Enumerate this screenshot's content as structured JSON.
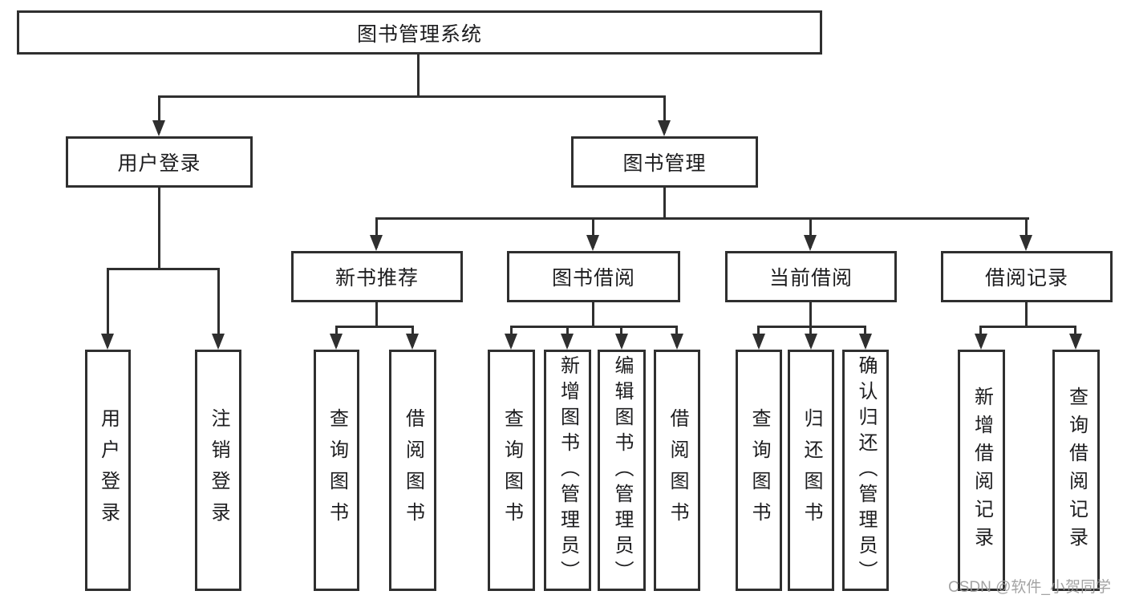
{
  "diagram": {
    "root": {
      "label": "图书管理系统"
    },
    "level2": {
      "user_login": {
        "label": "用户登录"
      },
      "book_management": {
        "label": "图书管理"
      }
    },
    "level3": {
      "new_book_recommend": {
        "label": "新书推荐"
      },
      "book_borrow": {
        "label": "图书借阅"
      },
      "current_borrow": {
        "label": "当前借阅"
      },
      "borrow_records": {
        "label": "借阅记录"
      }
    },
    "leaves": {
      "user_login": [
        "用户登录",
        "注销登录"
      ],
      "new_book_recommend": [
        "查询图书",
        "借阅图书"
      ],
      "book_borrow": [
        "查询图书",
        "新增图书（管理员）",
        "编辑图书（管理员）",
        "借阅图书"
      ],
      "current_borrow": [
        "查询图书",
        "归还图书",
        "确认归还（管理员）"
      ],
      "borrow_records": [
        "新增借阅记录",
        "查询借阅记录"
      ]
    }
  },
  "watermark": {
    "text": "CSDN @软件_小贺同学"
  },
  "colors": {
    "line": "#2f2f2f",
    "text": "#1d1d1f",
    "watermark": "#9a9a9a",
    "background": "#ffffff"
  }
}
